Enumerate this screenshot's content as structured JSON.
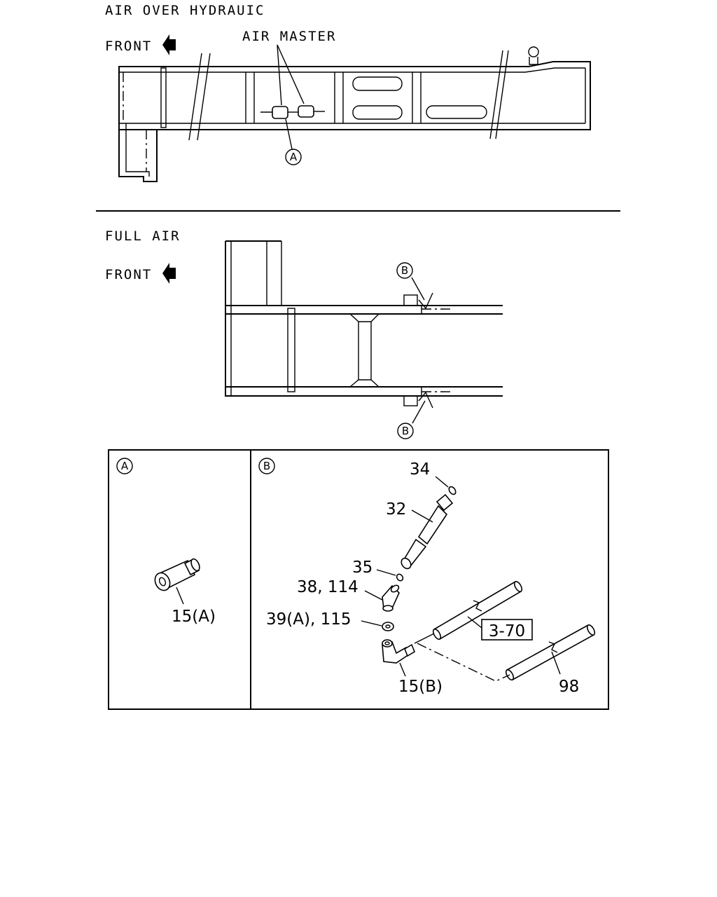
{
  "sections": {
    "top": {
      "title": "AIR OVER HYDRAUIC",
      "front_label": "FRONT",
      "air_master_label": "AIR MASTER",
      "callout": "A"
    },
    "middle": {
      "title": "FULL AIR",
      "front_label": "FRONT",
      "callout_top": "B",
      "callout_bottom": "B"
    }
  },
  "detail_a": {
    "marker": "A",
    "part_label": "15(A)"
  },
  "detail_b": {
    "marker": "B",
    "labels": {
      "p34": "34",
      "p32": "32",
      "p35": "35",
      "p38": "38, 114",
      "p39": "39(A), 115",
      "p15b": "15(B)",
      "ref": "3-70",
      "p98": "98"
    }
  },
  "icons": [
    "front-arrow-icon"
  ]
}
